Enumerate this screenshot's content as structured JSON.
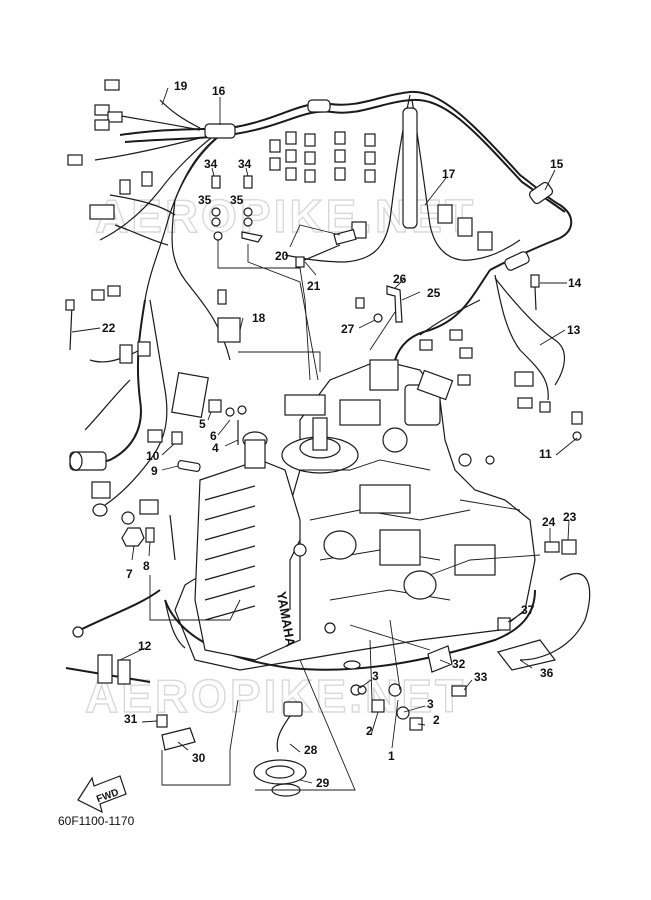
{
  "diagram": {
    "drawing_code": "60F1100-1170",
    "engine_cover_text": "YAMAHA",
    "direction_label": "FWD",
    "watermark_lines": [
      "AEROPIKE.NET",
      "AEROPIKE.NET"
    ],
    "callouts": [
      {
        "id": "c19",
        "text": "19"
      },
      {
        "id": "c16",
        "text": "16"
      },
      {
        "id": "c34a",
        "text": "34"
      },
      {
        "id": "c34b",
        "text": "34"
      },
      {
        "id": "c35a",
        "text": "35"
      },
      {
        "id": "c35b",
        "text": "35"
      },
      {
        "id": "c17",
        "text": "17"
      },
      {
        "id": "c15",
        "text": "15"
      },
      {
        "id": "c20",
        "text": "20"
      },
      {
        "id": "c21",
        "text": "21"
      },
      {
        "id": "c26",
        "text": "26"
      },
      {
        "id": "c25",
        "text": "25"
      },
      {
        "id": "c27",
        "text": "27"
      },
      {
        "id": "c14",
        "text": "14"
      },
      {
        "id": "c18",
        "text": "18"
      },
      {
        "id": "c22",
        "text": "22"
      },
      {
        "id": "c13",
        "text": "13"
      },
      {
        "id": "c5",
        "text": "5"
      },
      {
        "id": "c6",
        "text": "6"
      },
      {
        "id": "c4",
        "text": "4"
      },
      {
        "id": "c10",
        "text": "10"
      },
      {
        "id": "c9",
        "text": "9"
      },
      {
        "id": "c11",
        "text": "11"
      },
      {
        "id": "c24",
        "text": "24"
      },
      {
        "id": "c23",
        "text": "23"
      },
      {
        "id": "c7",
        "text": "7"
      },
      {
        "id": "c8",
        "text": "8"
      },
      {
        "id": "c37",
        "text": "37"
      },
      {
        "id": "c12",
        "text": "12"
      },
      {
        "id": "c32",
        "text": "32"
      },
      {
        "id": "c36",
        "text": "36"
      },
      {
        "id": "c33",
        "text": "33"
      },
      {
        "id": "c3a",
        "text": "3"
      },
      {
        "id": "c3b",
        "text": "3"
      },
      {
        "id": "c31",
        "text": "31"
      },
      {
        "id": "c2a",
        "text": "2"
      },
      {
        "id": "c2b",
        "text": "2"
      },
      {
        "id": "c1",
        "text": "1"
      },
      {
        "id": "c30",
        "text": "30"
      },
      {
        "id": "c28",
        "text": "28"
      },
      {
        "id": "c29",
        "text": "29"
      }
    ]
  }
}
